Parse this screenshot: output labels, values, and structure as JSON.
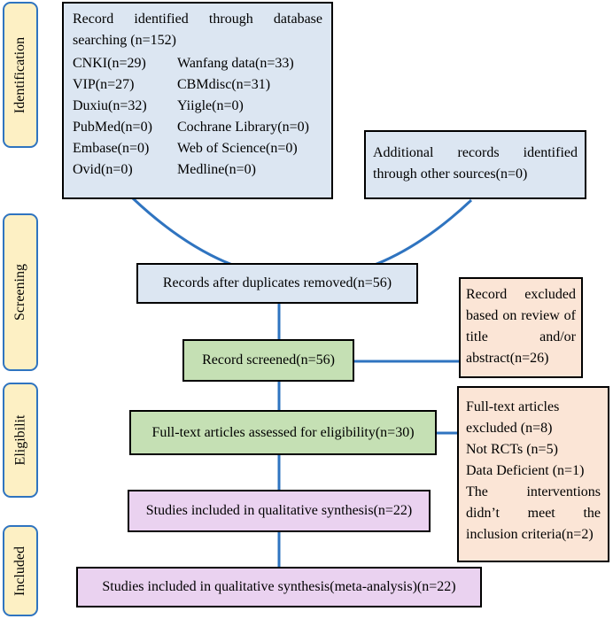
{
  "stages": {
    "identification": "Identification",
    "screening": "Screening",
    "eligibility": "Eligibilit",
    "included": "Included"
  },
  "identified": {
    "text": "Record identified through database searching (n=152)",
    "databases": [
      [
        "CNKI(n=29)",
        "Wanfang data(n=33)"
      ],
      [
        "VIP(n=27)",
        "CBMdisc(n=31)"
      ],
      [
        "Duxiu(n=32)",
        "Yiigle(n=0)"
      ],
      [
        "PubMed(n=0)",
        "Cochrane Library(n=0)"
      ],
      [
        "Embase(n=0)",
        "Web of Science(n=0)"
      ],
      [
        "Ovid(n=0)",
        "Medline(n=0)"
      ]
    ]
  },
  "additional": "Additional records identified through other sources(n=0)",
  "duplicates_removed": "Records after duplicates removed(n=56)",
  "screened": "Record screened(n=56)",
  "excluded_title": "Record excluded based on review of title and/or abstract(n=26)",
  "assessed": "Full-text articles assessed for eligibility(n=30)",
  "fulltext_excluded": {
    "lines": [
      "Full-text articles excluded (n=8)",
      "Not RCTs (n=5)",
      "Data Deficient (n=1)",
      "The interventions didn’t meet the inclusion criteria(n=2)"
    ]
  },
  "qualitative": "Studies included in qualitative synthesis(n=22)",
  "meta": "Studies included in qualitative synthesis(meta-analysis)(n=22)",
  "colors": {
    "stage_fill": "#fdf0c4",
    "stage_border": "#2f74c0",
    "blue_box": "#dce6f2",
    "green_box": "#c5e0b4",
    "purple_box": "#ead2f0",
    "peach_box": "#fbe5d6",
    "connector": "#2f74c0"
  }
}
